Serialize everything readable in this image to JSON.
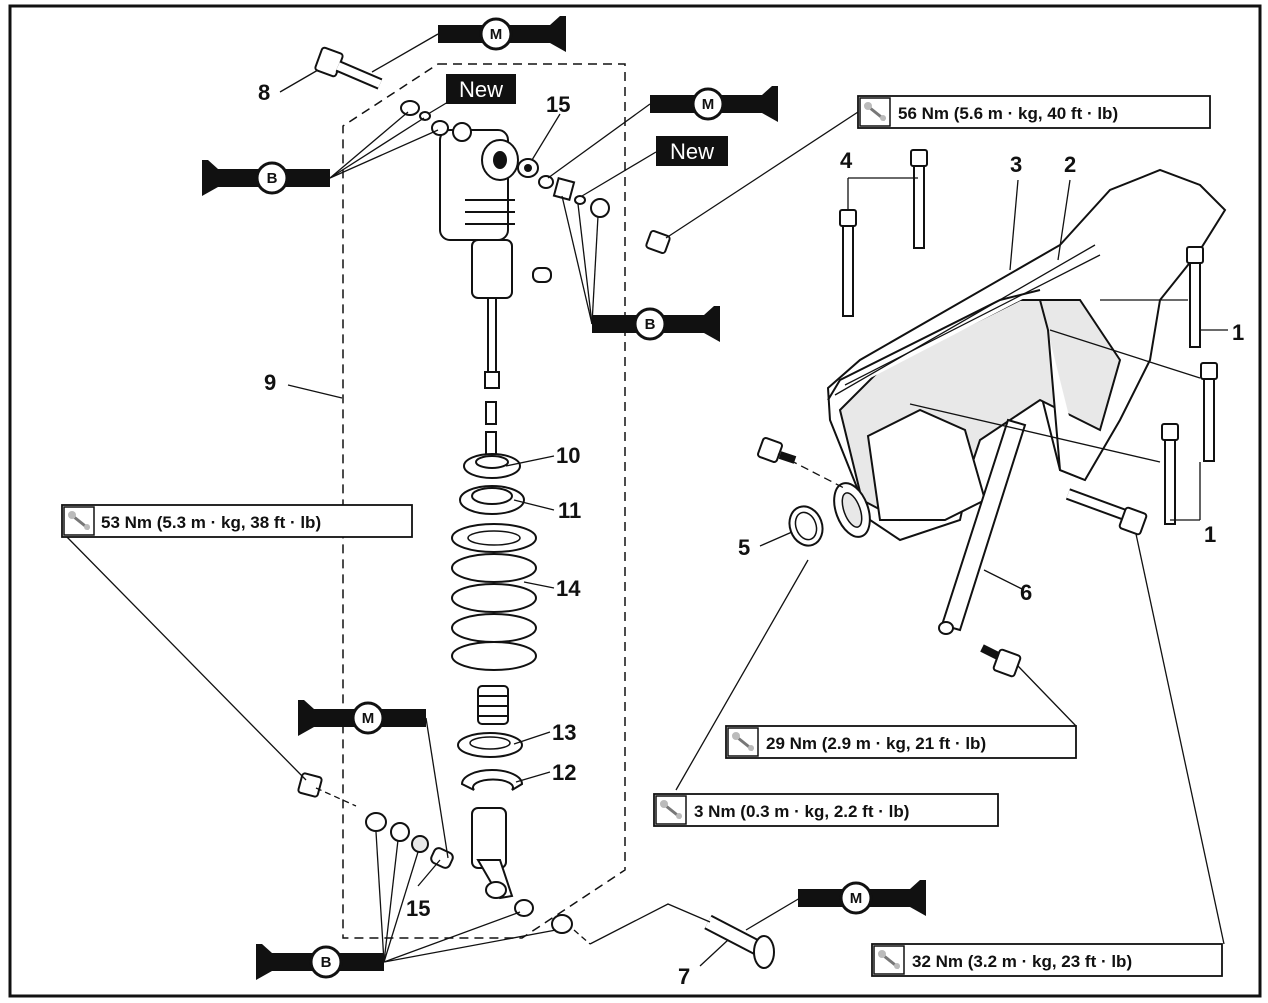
{
  "callouts": {
    "n1a": "1",
    "n1b": "1",
    "n2": "2",
    "n3": "3",
    "n4": "4",
    "n5": "5",
    "n6": "6",
    "n7": "7",
    "n8": "8",
    "n9": "9",
    "n10": "10",
    "n11": "11",
    "n12": "12",
    "n13": "13",
    "n14": "14",
    "n15a": "15",
    "n15b": "15"
  },
  "badges": {
    "new_top": "New",
    "new_right": "New"
  },
  "lube": {
    "m": "M",
    "b": "B"
  },
  "torque": {
    "t56": "56 Nm (5.6 m · kg, 40 ft · lb)",
    "t53": "53 Nm (5.3 m · kg, 38 ft · lb)",
    "t29": "29 Nm (2.9 m · kg, 21 ft · lb)",
    "t3": "3 Nm (0.3 m · kg, 2.2 ft · lb)",
    "t32": "32 Nm (3.2 m · kg, 23 ft · lb)"
  },
  "icons": {
    "torque": "wrench-icon",
    "lube_m": "molybdenum-grease-gun-icon",
    "lube_b": "lithium-grease-gun-icon"
  }
}
